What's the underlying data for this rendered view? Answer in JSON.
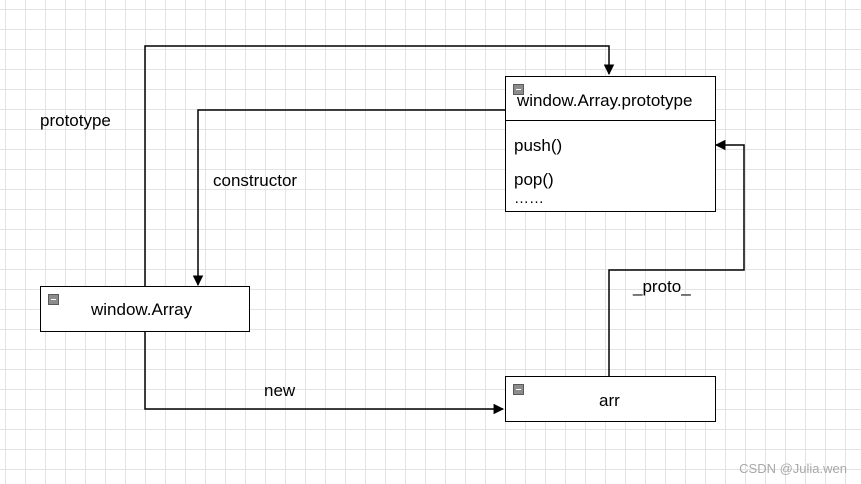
{
  "nodes": {
    "array_prototype": {
      "title": "window.Array.prototype",
      "members": [
        "push()",
        "pop()",
        "……"
      ]
    },
    "window_array": {
      "title": "window.Array"
    },
    "arr": {
      "title": "arr"
    }
  },
  "edges": {
    "prototype": "prototype",
    "constructor": "constructor",
    "new": "new",
    "proto": "_proto_"
  },
  "watermark": "CSDN @Julia.wen"
}
